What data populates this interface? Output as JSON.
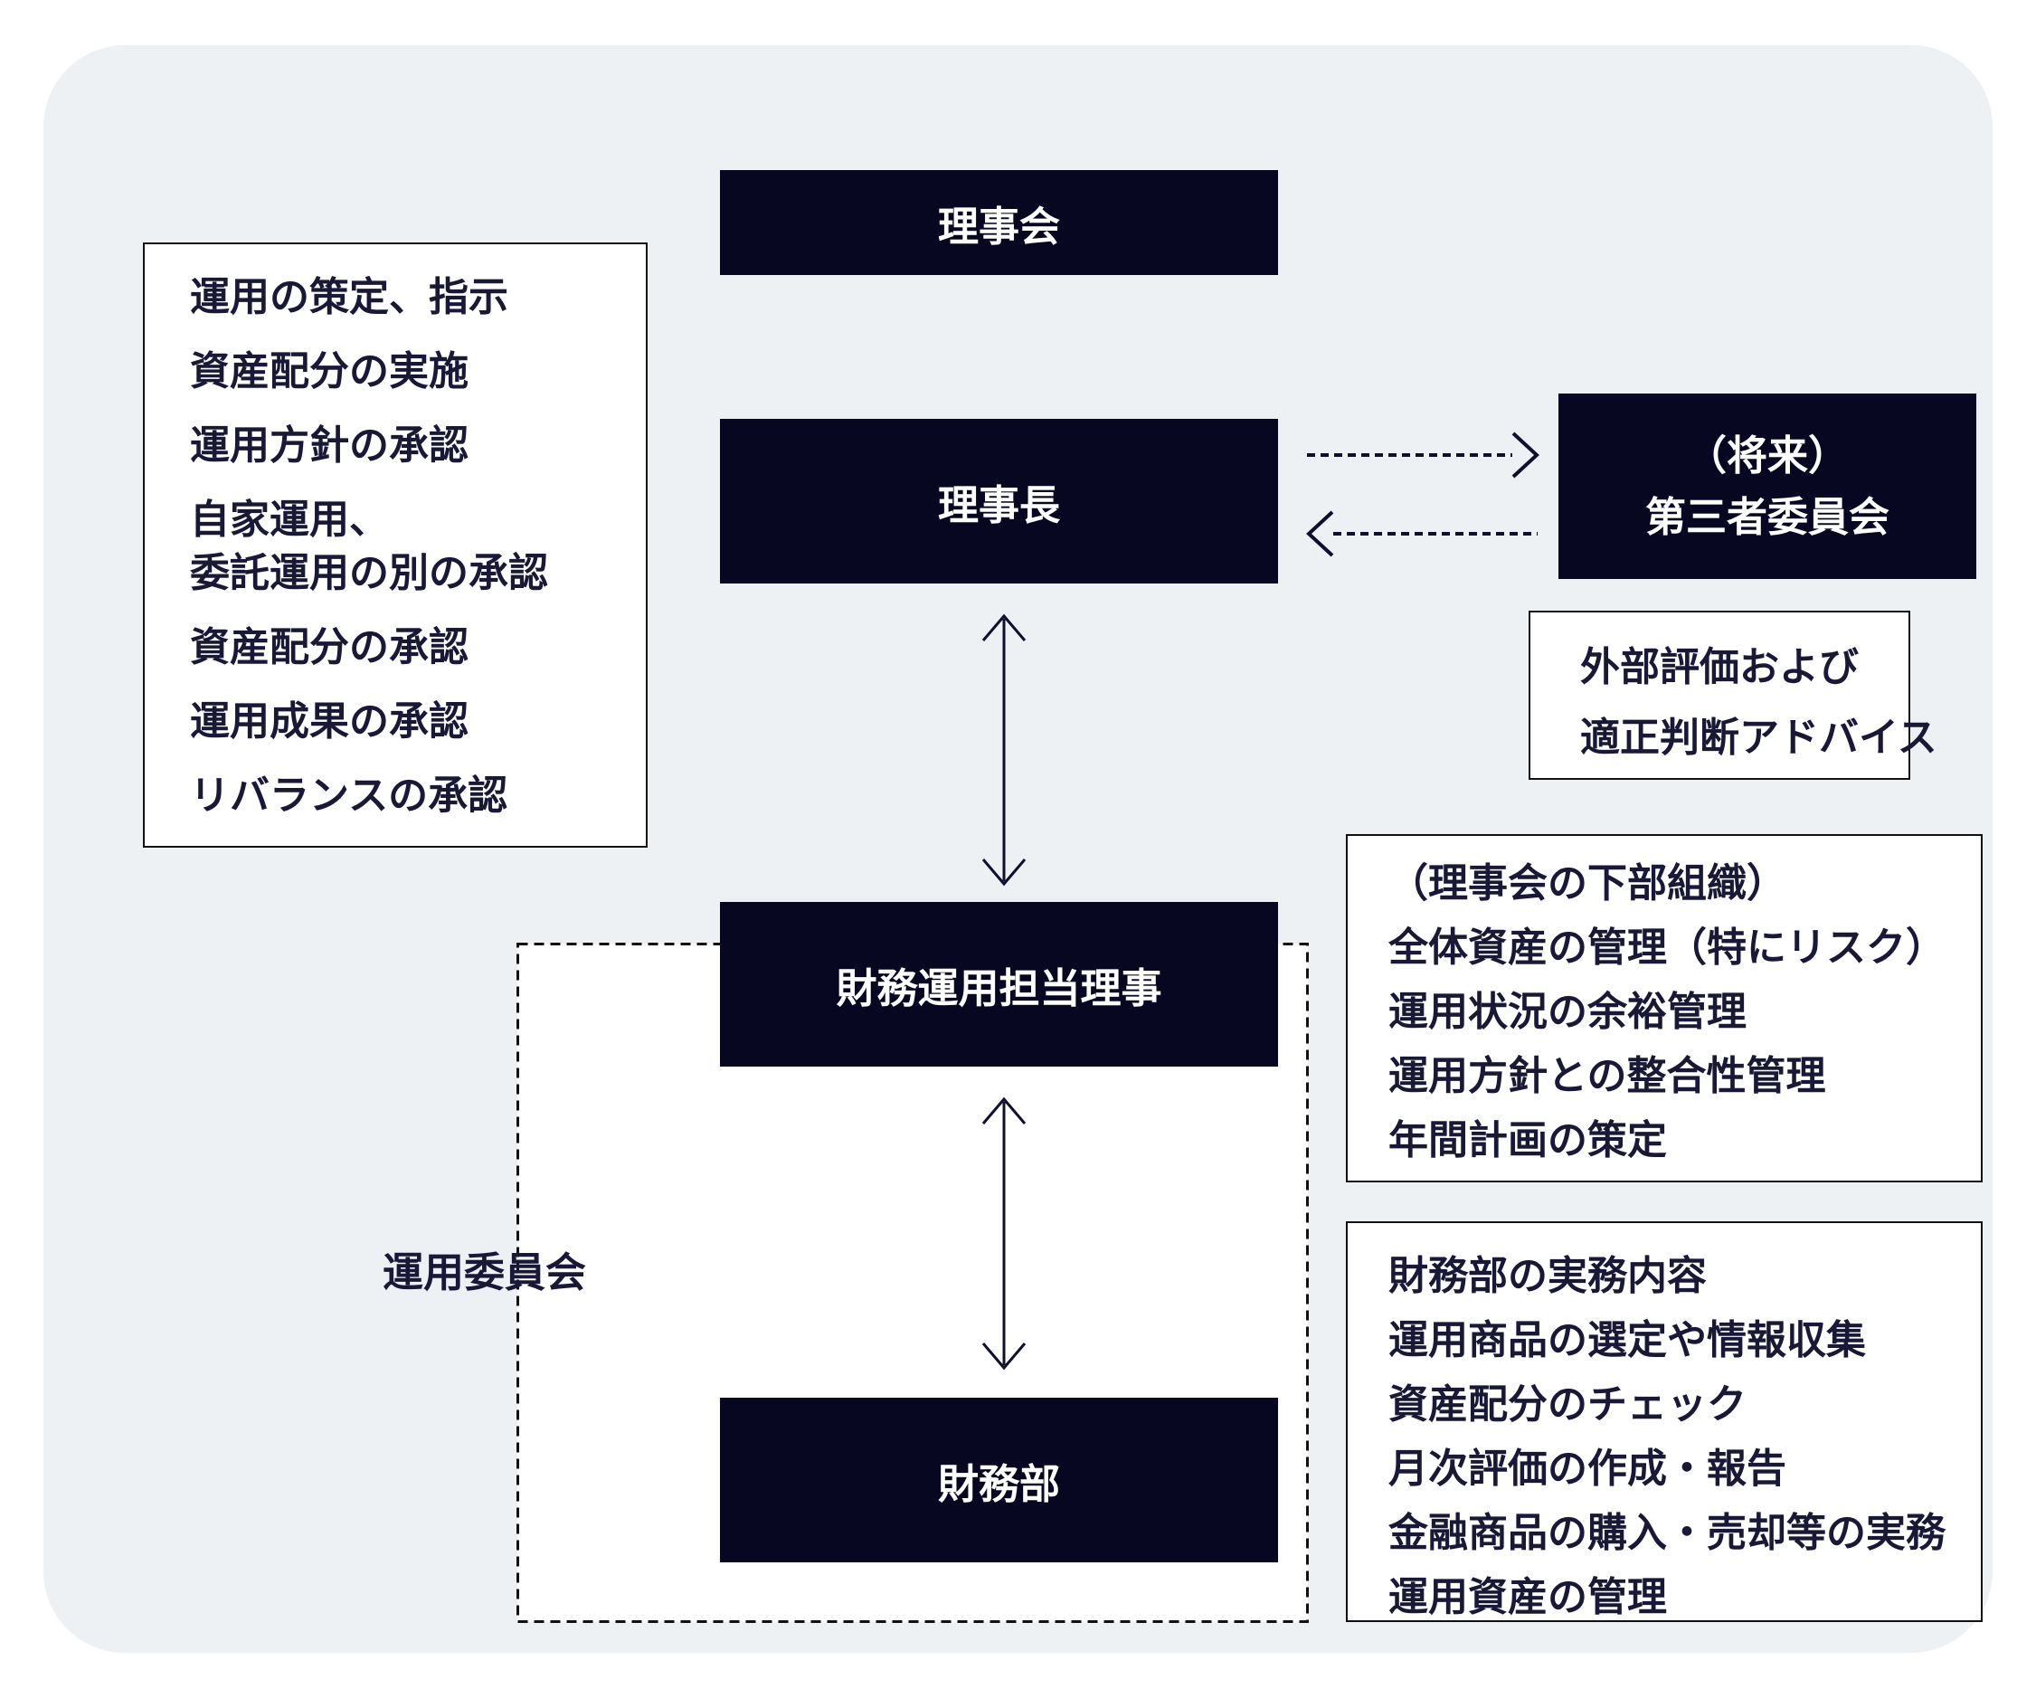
{
  "colors": {
    "page_bg": "#ffffff",
    "card_bg": "#edf1f4",
    "node_fill": "#070722",
    "node_text": "#ffffff",
    "note_text": "#191937",
    "note_border": "#111111",
    "arrow": "#10102e"
  },
  "nodes": {
    "board": {
      "label": "理事会"
    },
    "chairman": {
      "label": "理事長"
    },
    "third_party_committee": {
      "line1": "（将来）",
      "line2": "第三者委員会"
    },
    "finance_operations_director": {
      "label": "財務運用担当理事"
    },
    "finance_department": {
      "label": "財務部"
    }
  },
  "management_committee": {
    "label": "運用委員会"
  },
  "notes": {
    "chairman_duties": {
      "lines": [
        "運用の策定、指示",
        "資産配分の実施",
        "運用方針の承認",
        "自家運用、",
        "委託運用の別の承認",
        "資産配分の承認",
        "運用成果の承認",
        "リバランスの承認"
      ]
    },
    "external_advice": {
      "lines": [
        "外部評価および",
        "適正判断アドバイス"
      ]
    },
    "committee_duties": {
      "lines": [
        "（理事会の下部組織）",
        "全体資産の管理（特にリスク）",
        "運用状況の余裕管理",
        "運用方針との整合性管理",
        "年間計画の策定"
      ]
    },
    "department_duties": {
      "lines": [
        "財務部の実務内容",
        "運用商品の選定や情報収集",
        "資産配分のチェック",
        "月次評価の作成・報告",
        "金融商品の購入・売却等の実務",
        "運用資産の管理"
      ]
    }
  }
}
